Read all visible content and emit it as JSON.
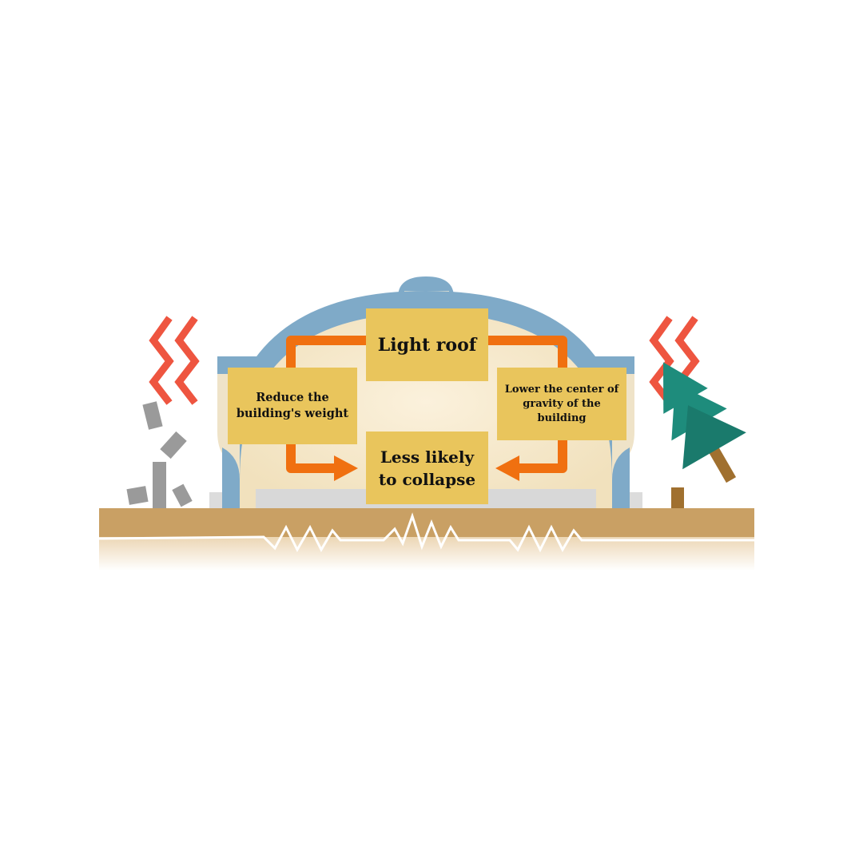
{
  "diagram": {
    "labels": {
      "roof": "Light roof",
      "weight": "Reduce the building's weight",
      "gravity": "Lower the center of gravity of the building",
      "collapse": "Less likely to collapse"
    },
    "colors": {
      "label_fill": "#e9c55c",
      "arrow": "#f07010",
      "dome_frame": "#7faac8",
      "dome_interior": "#f5e6c4",
      "ground": "#c9a064",
      "shake_marks": "#ee5540",
      "debris": "#9a9a9a",
      "tree": "#1e8c7c",
      "trunk": "#a0702f"
    },
    "icons": {
      "left_shake": "shake-zigzag-icon",
      "right_shake": "shake-zigzag-icon",
      "debris": "falling-debris-icon",
      "tree": "tilted-tree-icon",
      "crack": "ground-crack-icon"
    }
  }
}
